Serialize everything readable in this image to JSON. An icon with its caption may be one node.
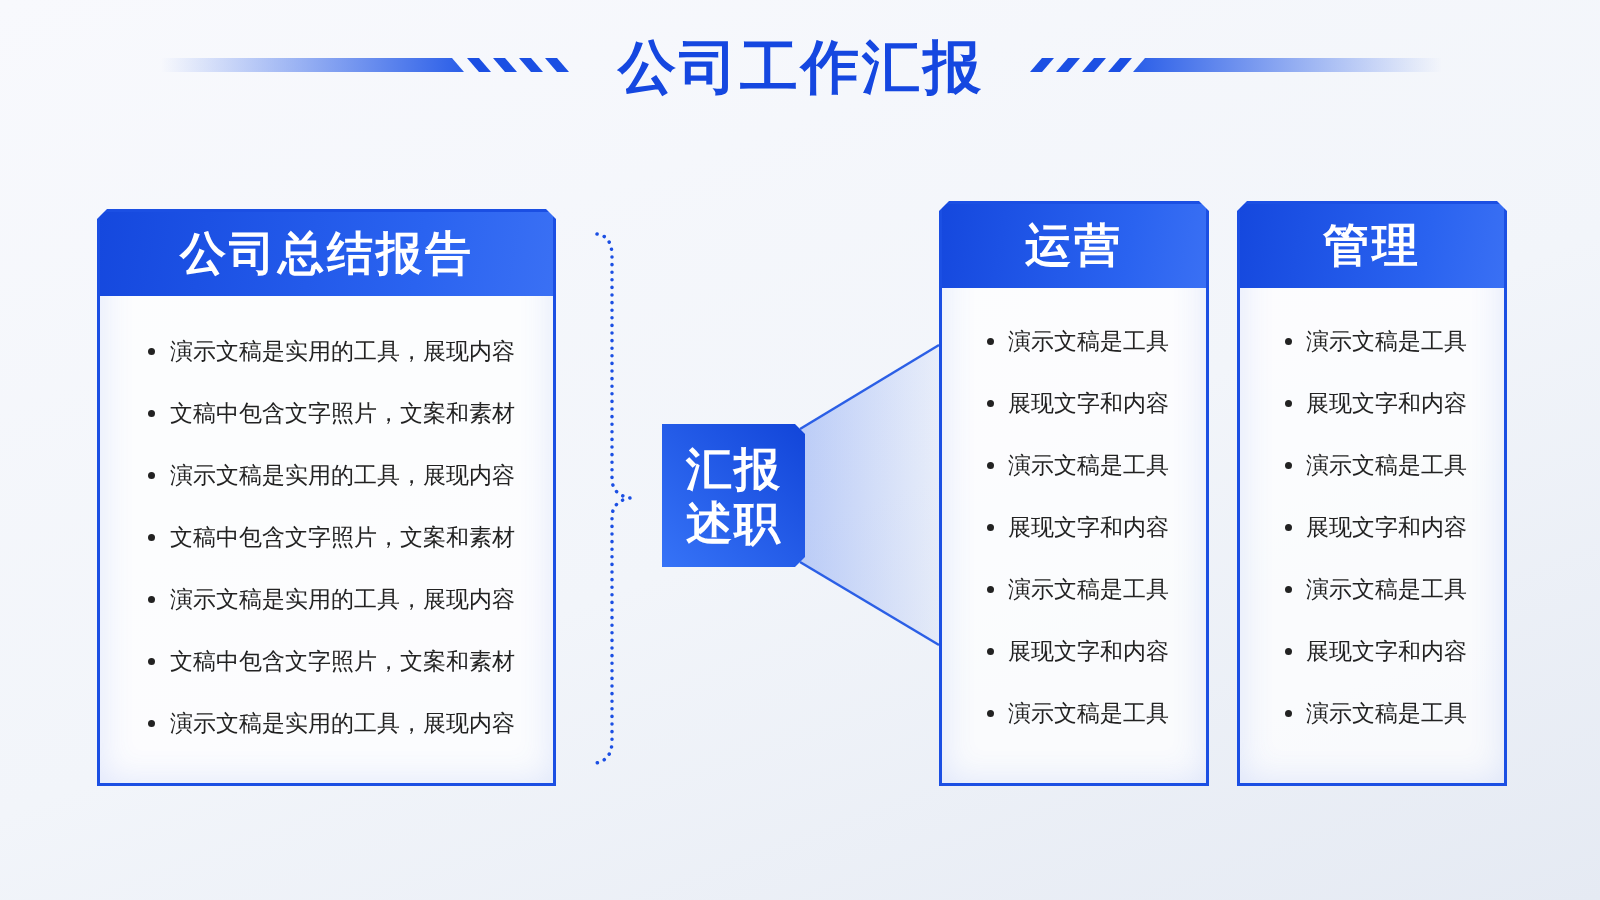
{
  "diagram": {
    "title": "公司工作汇报",
    "nodes": [
      {
        "text": [
          "公司总结报告",
          "演示文稿是实用的工具，展现内容",
          "文稿中包含文字照片，文案和素材",
          "演示文稿是实用的工具，展现内容",
          "文稿中包含文字照片，文案和素材",
          "演示文稿是实用的工具，展现内容",
          "文稿中包含文字照片，文案和素材",
          "演示文稿是实用的工具，展现内容"
        ]
      },
      {
        "text": [
          "汇报述职"
        ]
      },
      {
        "text": [
          "运营",
          "演示文稿是工具",
          "展现文字和内容",
          "演示文稿是工具",
          "展现文字和内容",
          "演示文稿是工具",
          "展现文字和内容",
          "演示文稿是工具"
        ]
      },
      {
        "text": [
          "管理",
          "演示文稿是工具",
          "展现文字和内容",
          "演示文稿是工具",
          "展现文字和内容",
          "演示文稿是工具",
          "展现文字和内容",
          "演示文稿是工具"
        ]
      }
    ],
    "edges": [
      {
        "from": 1,
        "to": 2,
        "arrow": "none"
      },
      {
        "from": 1,
        "to": 2,
        "arrow": "none"
      }
    ]
  }
}
